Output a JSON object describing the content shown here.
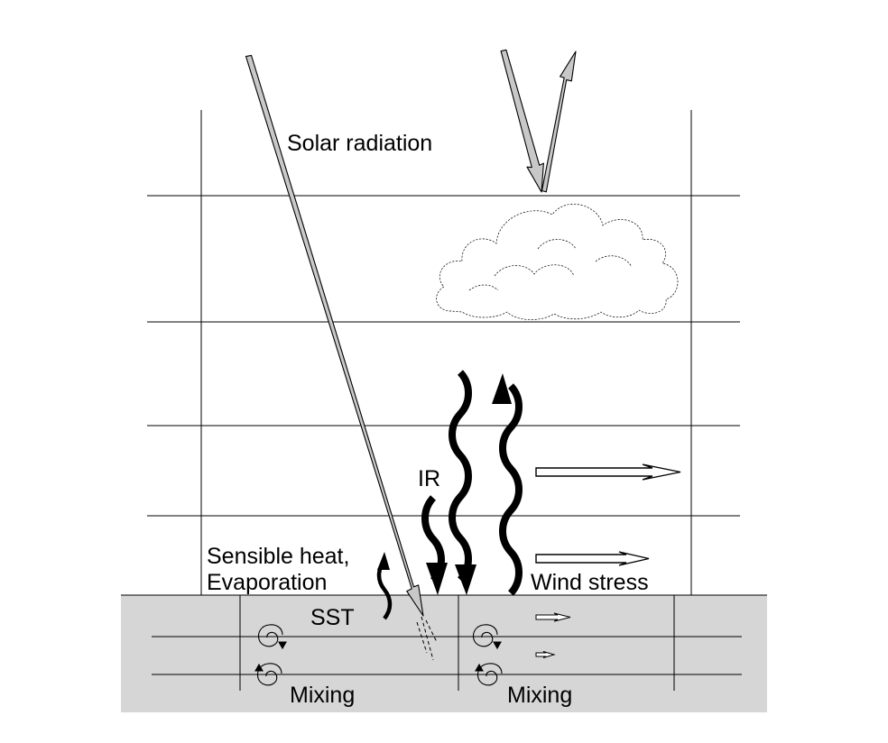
{
  "labels": {
    "solar_radiation": "Solar radiation",
    "ir": "IR",
    "sensible_heat_line1": "Sensible heat,",
    "sensible_heat_line2": "Evaporation",
    "sst": "SST",
    "wind_stress": "Wind stress",
    "mixing_left": "Mixing",
    "mixing_right": "Mixing"
  },
  "colors": {
    "ocean_fill": "#d6d6d6",
    "arrow_fill": "#c8c8c8",
    "grid_line": "#000000",
    "cloud_stroke": "#000000"
  }
}
